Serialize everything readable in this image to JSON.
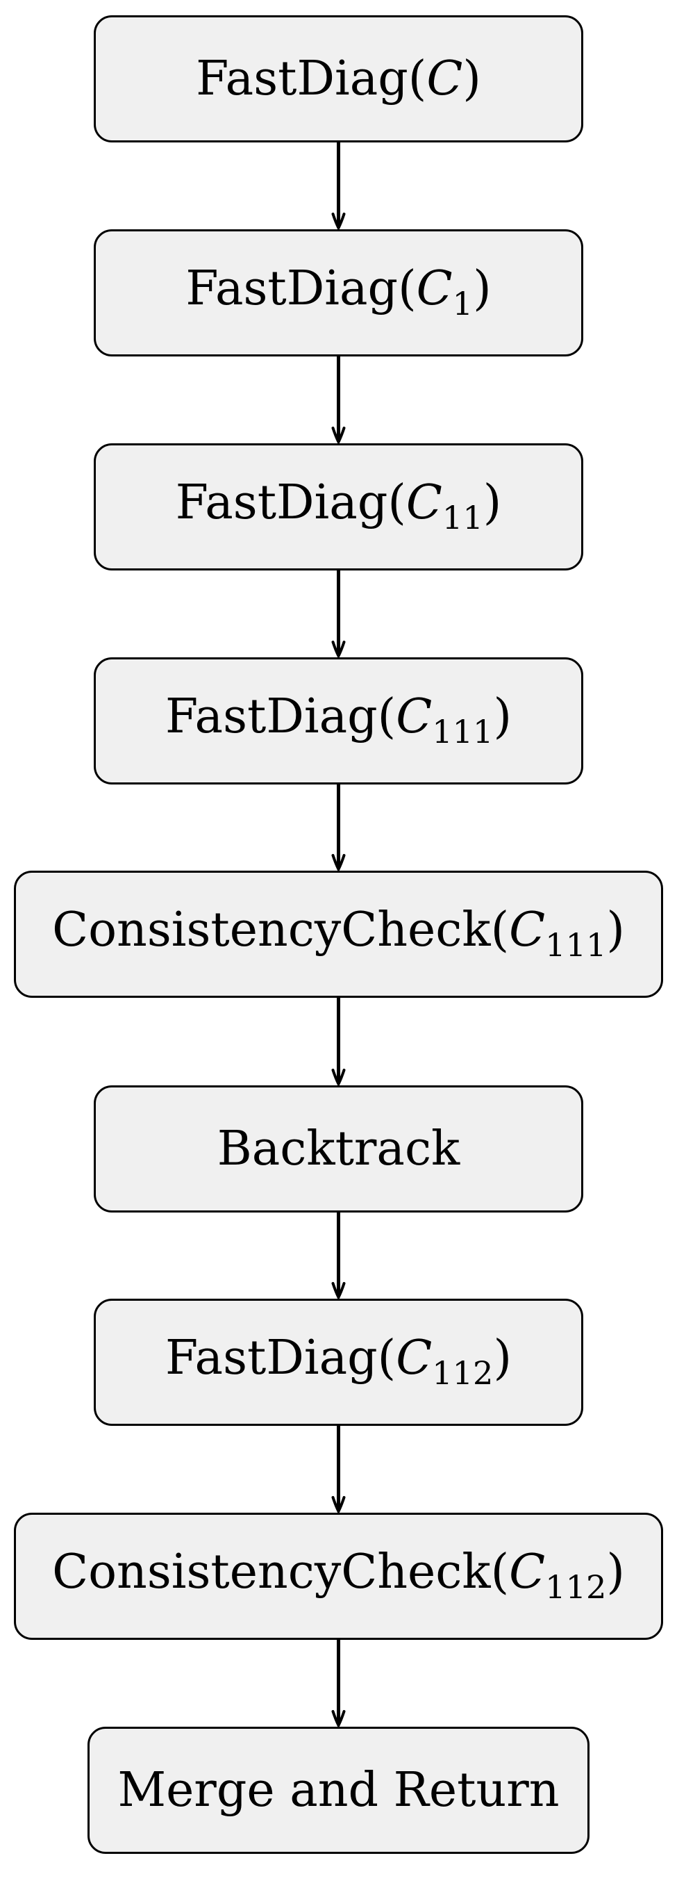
{
  "diagram": {
    "colors": {
      "node_fill": "#f0f0f0",
      "node_border": "#000000",
      "arrow": "#000000",
      "text": "#000000"
    },
    "nodes": [
      {
        "id": "n1",
        "fn": "FastDiag",
        "arg": "C",
        "sub": ""
      },
      {
        "id": "n2",
        "fn": "FastDiag",
        "arg": "C",
        "sub": "1"
      },
      {
        "id": "n3",
        "fn": "FastDiag",
        "arg": "C",
        "sub": "11"
      },
      {
        "id": "n4",
        "fn": "FastDiag",
        "arg": "C",
        "sub": "111"
      },
      {
        "id": "n5",
        "fn": "ConsistencyCheck",
        "arg": "C",
        "sub": "111"
      },
      {
        "id": "n6",
        "fn": "Backtrack",
        "arg": "",
        "sub": ""
      },
      {
        "id": "n7",
        "fn": "FastDiag",
        "arg": "C",
        "sub": "112"
      },
      {
        "id": "n8",
        "fn": "ConsistencyCheck",
        "arg": "C",
        "sub": "112"
      },
      {
        "id": "n9",
        "fn": "Merge and Return",
        "arg": "",
        "sub": ""
      }
    ],
    "edges": [
      {
        "from": "n1",
        "to": "n2"
      },
      {
        "from": "n2",
        "to": "n3"
      },
      {
        "from": "n3",
        "to": "n4"
      },
      {
        "from": "n4",
        "to": "n5"
      },
      {
        "from": "n5",
        "to": "n6"
      },
      {
        "from": "n6",
        "to": "n7"
      },
      {
        "from": "n7",
        "to": "n8"
      },
      {
        "from": "n8",
        "to": "n9"
      }
    ]
  }
}
